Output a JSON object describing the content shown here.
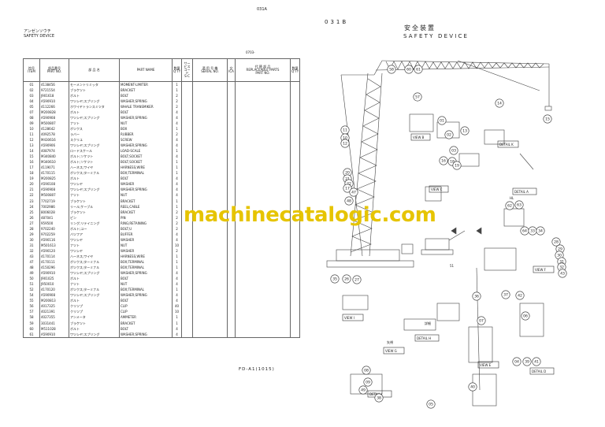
{
  "left_page": {
    "page_code": "031A",
    "header_jp": "アンゼンソウチ",
    "header_en": "SAFETY DEVICE",
    "sub_code": "0703-",
    "columns": {
      "item": "符号\nITEM",
      "part_no": "部品番号\nPART NO.",
      "name_jp": "部 品 名",
      "part_name": "PART NAME",
      "qty": "数量\nQ'TY",
      "service_code": "サービス\nコード\nS-C",
      "serial_no": "適 用 号 機\nSERIAL NO.",
      "ica": "交\nICA",
      "repl_part_no": "代 替 部 品\nREPLACEABLE PARTS\nPART NO.",
      "repl_qty": "数量\nQ'TY"
    },
    "rows": [
      [
        "01",
        "4138456",
        "モーメントリミッタ",
        "MOMENT-LIMITER",
        "1"
      ],
      [
        "02",
        "9721554",
        "ブラケツト",
        "BRACKET",
        "1"
      ],
      [
        "03",
        "J901618",
        "ボルト",
        "BOLT",
        "2"
      ],
      [
        "04",
        "A590910",
        "ワツシヤ;スプリング",
        "WASHER;SPRING",
        "2"
      ],
      [
        "05",
        "4112266",
        "ホワイヤトランスミツタ",
        "WHALE TRANSMIKER",
        "2"
      ],
      [
        "07",
        "M200828",
        "ボルト",
        "BOLT",
        "4"
      ],
      [
        "08",
        "A590908",
        "ワツシヤ;スプリング",
        "WASHER;SPRING",
        "4"
      ],
      [
        "09",
        "M500807",
        "ナツト",
        "NUT",
        "4"
      ],
      [
        "10",
        "4128642",
        "ボツクス",
        "BOX",
        "1"
      ],
      [
        "11",
        "4092578",
        "ラバー",
        "RUBBER",
        "2"
      ],
      [
        "12",
        "M430616",
        "スクリユ",
        "SCREW",
        "4"
      ],
      [
        "13",
        "A590906",
        "ワツシヤ;スプリング",
        "WASHER;SPRING",
        "4"
      ],
      [
        "14",
        "4087974",
        "ロードスケール",
        "LOAD-SCALE",
        "1"
      ],
      [
        "15",
        "M340840",
        "ボルト;ソケツト",
        "BOLT;SOCKET",
        "4"
      ],
      [
        "16",
        "M340610",
        "ボルト;ソケツト",
        "BOLT;SOCKET",
        "1"
      ],
      [
        "17",
        "4119071",
        "ハーネス;ワイヤ",
        "HARNESS;WIRE",
        "1"
      ],
      [
        "18",
        "4170115",
        "ボツクス;ターミナル",
        "BOX;TERMINAL",
        "1"
      ],
      [
        "19",
        "M200825",
        "ボルト",
        "BOLT",
        "4"
      ],
      [
        "20",
        "A590108",
        "ワツシヤ",
        "WASHER",
        "4"
      ],
      [
        "21",
        "A590908",
        "ワツシヤ;スプリング",
        "WASHER;SPRING",
        "4"
      ],
      [
        "22",
        "M500807",
        "ナツト",
        "NUT",
        "4"
      ],
      [
        "23",
        "7702719",
        "ブラケツト",
        "BRACKET",
        "1"
      ],
      [
        "24",
        "7002986",
        "リール;ケーブル",
        "REEL;CABLE",
        "1"
      ],
      [
        "25",
        "8006028",
        "ブラケツト",
        "BRACKET",
        "2"
      ],
      [
        "26",
        "487041",
        "ピン",
        "PIN",
        "2"
      ],
      [
        "27",
        "959500",
        "リング;リテイニング",
        "RING;RETAINING",
        "2"
      ],
      [
        "28",
        "9702240",
        "ボルト;ユー",
        "BOLT;U",
        "2"
      ],
      [
        "29",
        "9702259",
        "バツフア",
        "BUFFER",
        "4"
      ],
      [
        "30",
        "A590116",
        "ワツシヤ",
        "WASHER",
        "4"
      ],
      [
        "31",
        "M501613",
        "ナツト",
        "NUT",
        "10"
      ],
      [
        "32",
        "A590120",
        "ワツシヤ",
        "WASHER",
        "2"
      ],
      [
        "43",
        "4170114",
        "ハーネス;ワイヤ",
        "HARNESS;WIRE",
        "1"
      ],
      [
        "47",
        "4170111",
        "ボツクス;ターミナル",
        "BOX;TERMINAL",
        "1"
      ],
      [
        "48",
        "4150296",
        "ボツクス;ターミナル",
        "BOX;TERMINAL",
        "1"
      ],
      [
        "49",
        "A590910",
        "ワツシヤ;スプリング",
        "WASHER;SPRING",
        "4"
      ],
      [
        "50",
        "J901025",
        "ボルト",
        "BOLT",
        "4"
      ],
      [
        "51",
        "J950010",
        "ナツト",
        "NUT",
        "4"
      ],
      [
        "52",
        "4170120",
        "ボツクス;ターミナル",
        "BOX;TERMINAL",
        "1"
      ],
      [
        "54",
        "A590908",
        "ワツシヤ;スプリング",
        "WASHER;SPRING",
        "4"
      ],
      [
        "55",
        "M200813",
        "ボルト",
        "BOLT",
        "4"
      ],
      [
        "56",
        "4017325",
        "クリツプ",
        "CLIP",
        "40"
      ],
      [
        "57",
        "4021391",
        "クリツプ",
        "CLIP",
        "10"
      ],
      [
        "58",
        "4027355",
        "アンメータ",
        "AMMETER",
        "1"
      ],
      [
        "59",
        "3031441",
        "ブラケツト",
        "BRACKET",
        "1"
      ],
      [
        "60",
        "M511028",
        "ボルト",
        "BOLT",
        "4"
      ],
      [
        "61",
        "A590910",
        "ワツシヤ;スプリング",
        "WASHER;SPRING",
        "4"
      ]
    ],
    "footer_code": "FD-A1(1015)"
  },
  "right_page": {
    "figure_number": "031B",
    "title_jp": "安全装置",
    "title_en": "SAFETY DEVICE",
    "callouts": [
      "58",
      "60",
      "61",
      "57",
      "14",
      "15",
      "01",
      "02",
      "03",
      "13",
      "11",
      "10",
      "12",
      "16",
      "18",
      "19",
      "20",
      "21",
      "22",
      "17",
      "47",
      "48",
      "62",
      "63",
      "64",
      "33",
      "34",
      "35",
      "26",
      "27",
      "28",
      "29",
      "30",
      "31",
      "32",
      "43",
      "36",
      "37",
      "42",
      "06",
      "07",
      "08",
      "09",
      "49",
      "38",
      "40",
      "41",
      "39",
      "04",
      "05"
    ],
    "view_labels": [
      "VIEW B",
      "VIEW C",
      "VIEW I",
      "VIEW G",
      "VIEW E",
      "VIEW F",
      "DETAIL K",
      "DETAIL A",
      "DETAIL H",
      "DETAIL J",
      "DETAIL D"
    ],
    "detail_words": [
      "矢視",
      "詳細"
    ],
    "view_letters": [
      "A",
      "B",
      "C",
      "D",
      "E",
      "F",
      "G",
      "H",
      "I",
      "J",
      "K"
    ],
    "dimension_labels": [
      "HL",
      "51"
    ]
  },
  "watermark": "machinecatalogic.com"
}
